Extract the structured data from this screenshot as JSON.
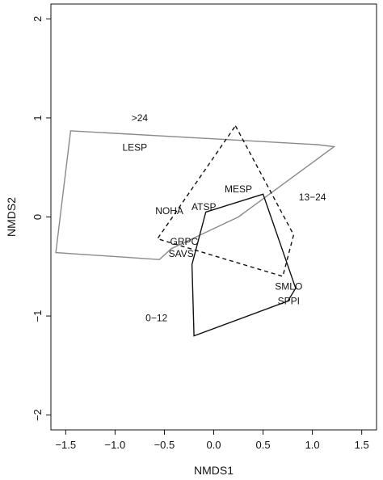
{
  "chart_data": {
    "type": "scatter",
    "title": "",
    "xlabel": "NMDS1",
    "ylabel": "NMDS2",
    "xlim": [
      -1.65,
      1.65
    ],
    "ylim": [
      -2.15,
      2.15
    ],
    "x_ticks": [
      -1.5,
      -1.0,
      -0.5,
      0.0,
      0.5,
      1.0,
      1.5
    ],
    "x_tick_labels": [
      "−1.5",
      "−1.0",
      "−0.5",
      "0.0",
      "0.5",
      "1.0",
      "1.5"
    ],
    "y_ticks": [
      -2,
      -1,
      0,
      1,
      2
    ],
    "y_tick_labels": [
      "−2",
      "−1",
      "0",
      "1",
      "2"
    ],
    "grid": false,
    "series": [
      {
        "name": ">24",
        "line_style": "solid",
        "color": "#8a8a8a",
        "label_position": [
          -0.75,
          1.0
        ],
        "polygon": [
          [
            -1.45,
            0.87
          ],
          [
            1.05,
            0.73
          ],
          [
            1.22,
            0.71
          ],
          [
            0.25,
            0.0
          ],
          [
            -0.43,
            -0.32
          ],
          [
            -0.55,
            -0.43
          ],
          [
            -1.6,
            -0.36
          ]
        ]
      },
      {
        "name": "13−24",
        "line_style": "dashed",
        "color": "#111111",
        "label_position": [
          1.0,
          0.2
        ],
        "polygon": [
          [
            0.22,
            0.92
          ],
          [
            0.81,
            -0.18
          ],
          [
            0.7,
            -0.6
          ],
          [
            -0.57,
            -0.22
          ]
        ]
      },
      {
        "name": "0−12",
        "line_style": "solid",
        "color": "#111111",
        "label_position": [
          -0.58,
          -1.02
        ],
        "polygon": [
          [
            -0.08,
            0.05
          ],
          [
            0.5,
            0.23
          ],
          [
            0.83,
            -0.72
          ],
          [
            0.75,
            -0.85
          ],
          [
            -0.2,
            -1.2
          ],
          [
            -0.22,
            -0.48
          ]
        ]
      }
    ],
    "points": [
      {
        "label": "LESP",
        "x": -0.8,
        "y": 0.7
      },
      {
        "label": "MESP",
        "x": 0.25,
        "y": 0.28
      },
      {
        "label": "NOHA",
        "x": -0.45,
        "y": 0.06
      },
      {
        "label": "ATSP",
        "x": -0.1,
        "y": 0.1
      },
      {
        "label": "GRPC",
        "x": -0.3,
        "y": -0.25
      },
      {
        "label": "SAVS",
        "x": -0.33,
        "y": -0.37
      },
      {
        "label": "SMLO",
        "x": 0.76,
        "y": -0.7
      },
      {
        "label": "SPPI",
        "x": 0.76,
        "y": -0.85
      }
    ]
  }
}
